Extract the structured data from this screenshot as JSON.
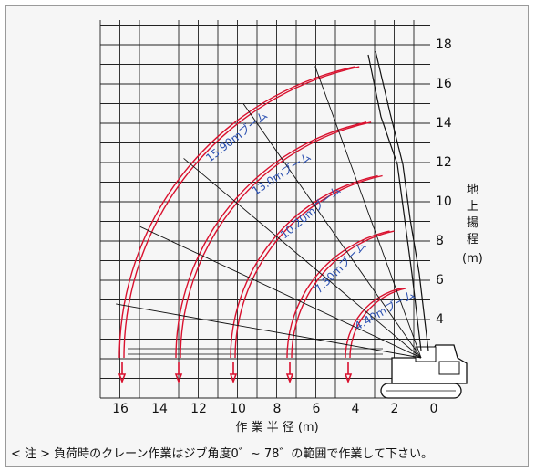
{
  "diagram": {
    "x_axis": {
      "title": "作 業 半 径 (m)",
      "ticks": [
        "16",
        "14",
        "12",
        "10",
        "8",
        "6",
        "4",
        "2",
        "0"
      ]
    },
    "y_axis": {
      "title_chars": [
        "地",
        "上",
        "揚",
        "程"
      ],
      "unit": "(m)",
      "ticks": [
        "4",
        "6",
        "8",
        "10",
        "12",
        "14",
        "16",
        "18"
      ]
    },
    "booms": [
      {
        "label": "4.40mブーム"
      },
      {
        "label": "7.30mブーム"
      },
      {
        "label": "10.20mブーム"
      },
      {
        "label": "13.0mブーム"
      },
      {
        "label": "15.90mブーム"
      }
    ],
    "colors": {
      "curve": "#d9112e",
      "boom_label": "#2a4fb0",
      "grid": "#222222"
    }
  },
  "note": "< 注 > 負荷時のクレーン作業はジブ角度0゛~ 78゛の範囲で作業して下さい。"
}
